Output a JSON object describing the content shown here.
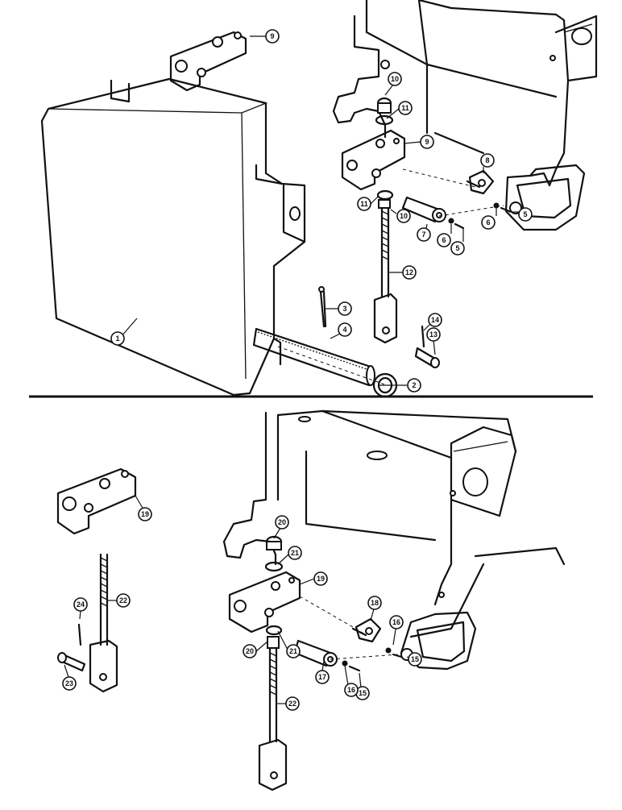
{
  "callouts": [
    {
      "id": "1",
      "label": "1"
    },
    {
      "id": "2",
      "label": "2"
    },
    {
      "id": "3",
      "label": "3"
    },
    {
      "id": "4",
      "label": "4"
    },
    {
      "id": "5a",
      "label": "5"
    },
    {
      "id": "5b",
      "label": "5"
    },
    {
      "id": "6a",
      "label": "6"
    },
    {
      "id": "6b",
      "label": "6"
    },
    {
      "id": "7",
      "label": "7"
    },
    {
      "id": "8",
      "label": "8"
    },
    {
      "id": "9a",
      "label": "9"
    },
    {
      "id": "9b",
      "label": "9"
    },
    {
      "id": "10a",
      "label": "10"
    },
    {
      "id": "10b",
      "label": "10"
    },
    {
      "id": "11a",
      "label": "11"
    },
    {
      "id": "11b",
      "label": "11"
    },
    {
      "id": "12",
      "label": "12"
    },
    {
      "id": "13",
      "label": "13"
    },
    {
      "id": "14",
      "label": "14"
    },
    {
      "id": "15a",
      "label": "15"
    },
    {
      "id": "15b",
      "label": "15"
    },
    {
      "id": "16a",
      "label": "16"
    },
    {
      "id": "16b",
      "label": "16"
    },
    {
      "id": "17",
      "label": "17"
    },
    {
      "id": "18",
      "label": "18"
    },
    {
      "id": "19a",
      "label": "19"
    },
    {
      "id": "19b",
      "label": "19"
    },
    {
      "id": "20a",
      "label": "20"
    },
    {
      "id": "20b",
      "label": "20"
    },
    {
      "id": "21a",
      "label": "21"
    },
    {
      "id": "21b",
      "label": "21"
    },
    {
      "id": "22a",
      "label": "22"
    },
    {
      "id": "22b",
      "label": "22"
    },
    {
      "id": "23",
      "label": "23"
    },
    {
      "id": "24",
      "label": "24"
    }
  ]
}
